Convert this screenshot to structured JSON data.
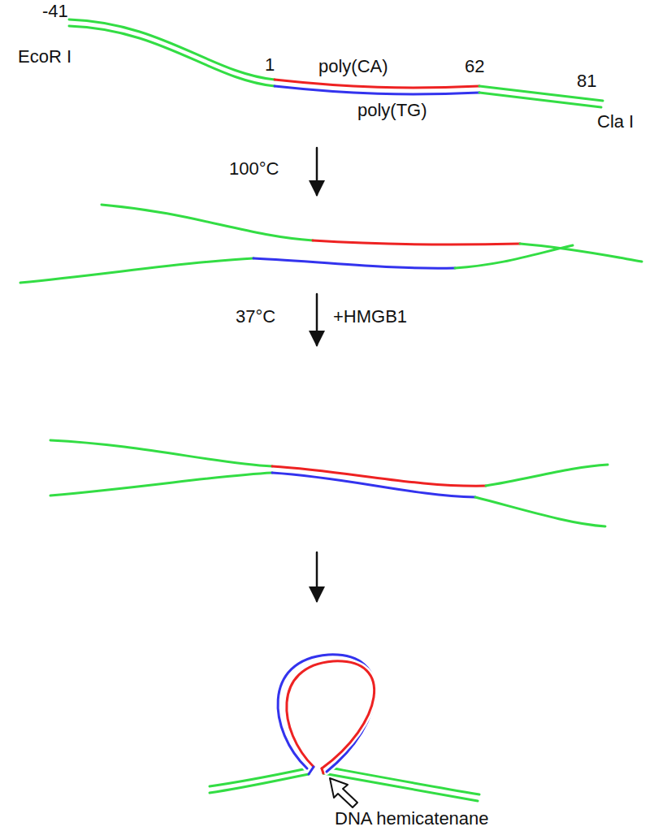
{
  "diagram": {
    "labels": [
      "-41",
      "EcoR I",
      "1",
      "poly(CA)",
      "62",
      "81",
      "Cla I",
      "poly(TG)",
      "100°C",
      "37°C",
      "+HMGB1",
      "DNA hemicatenane"
    ]
  }
}
